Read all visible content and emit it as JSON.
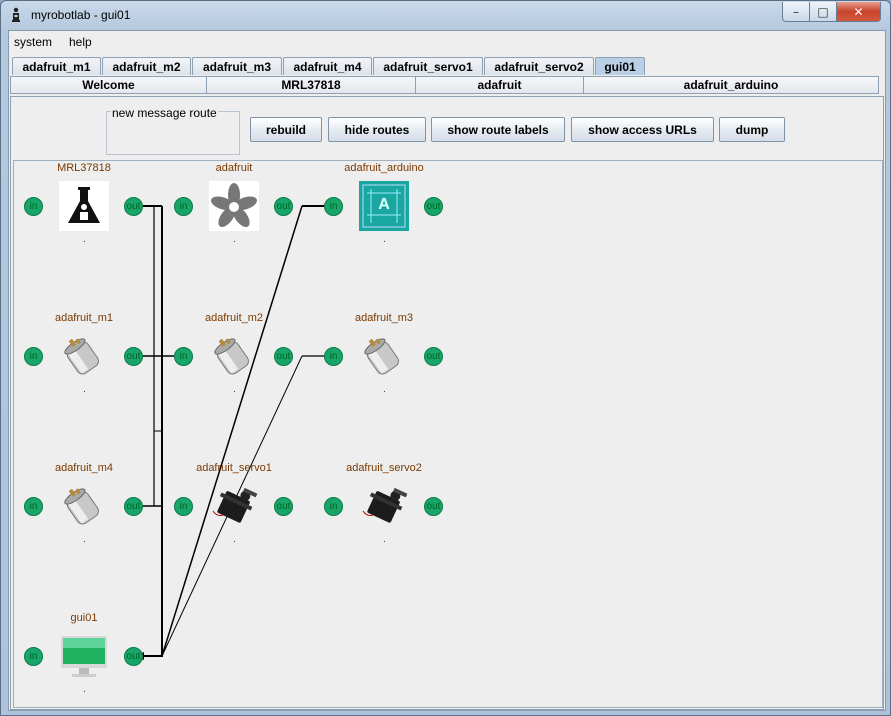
{
  "window": {
    "title": "myrobotlab - gui01",
    "min_symbol": "–",
    "max_symbol": "□",
    "close_symbol": "✕"
  },
  "menu": {
    "items": [
      "system",
      "help"
    ]
  },
  "tabs_top": [
    "adafruit_m1",
    "adafruit_m2",
    "adafruit_m3",
    "adafruit_m4",
    "adafruit_servo1",
    "adafruit_servo2",
    "gui01"
  ],
  "tabs_top_selected": "gui01",
  "tabs_sub": [
    "Welcome",
    "MRL37818",
    "adafruit",
    "adafruit_arduino"
  ],
  "route_box": {
    "label": "new message route"
  },
  "toolbar": {
    "rebuild": "rebuild",
    "hide_routes": "hide routes",
    "show_route_labels": "show route labels",
    "show_access_urls": "show access URLs",
    "dump": "dump"
  },
  "ports": {
    "in": "in",
    "out": "out"
  },
  "services": [
    {
      "name": "MRL37818",
      "icon": "flask-icon",
      "dot": "."
    },
    {
      "name": "adafruit",
      "icon": "adafruit-flower-icon",
      "dot": "."
    },
    {
      "name": "adafruit_arduino",
      "icon": "arduino-icon",
      "dot": "."
    },
    {
      "name": "adafruit_m1",
      "icon": "motor-icon",
      "dot": "."
    },
    {
      "name": "adafruit_m2",
      "icon": "motor-icon",
      "dot": "."
    },
    {
      "name": "adafruit_m3",
      "icon": "motor-icon",
      "dot": "."
    },
    {
      "name": "adafruit_m4",
      "icon": "motor-icon",
      "dot": "."
    },
    {
      "name": "adafruit_servo1",
      "icon": "servo-icon",
      "dot": "."
    },
    {
      "name": "adafruit_servo2",
      "icon": "servo-icon",
      "dot": "."
    },
    {
      "name": "gui01",
      "icon": "monitor-icon",
      "dot": "."
    }
  ],
  "colors": {
    "port_green": "#18a56a",
    "label_brown": "#7a3a00",
    "selected_tab": "#b8cfe5"
  }
}
